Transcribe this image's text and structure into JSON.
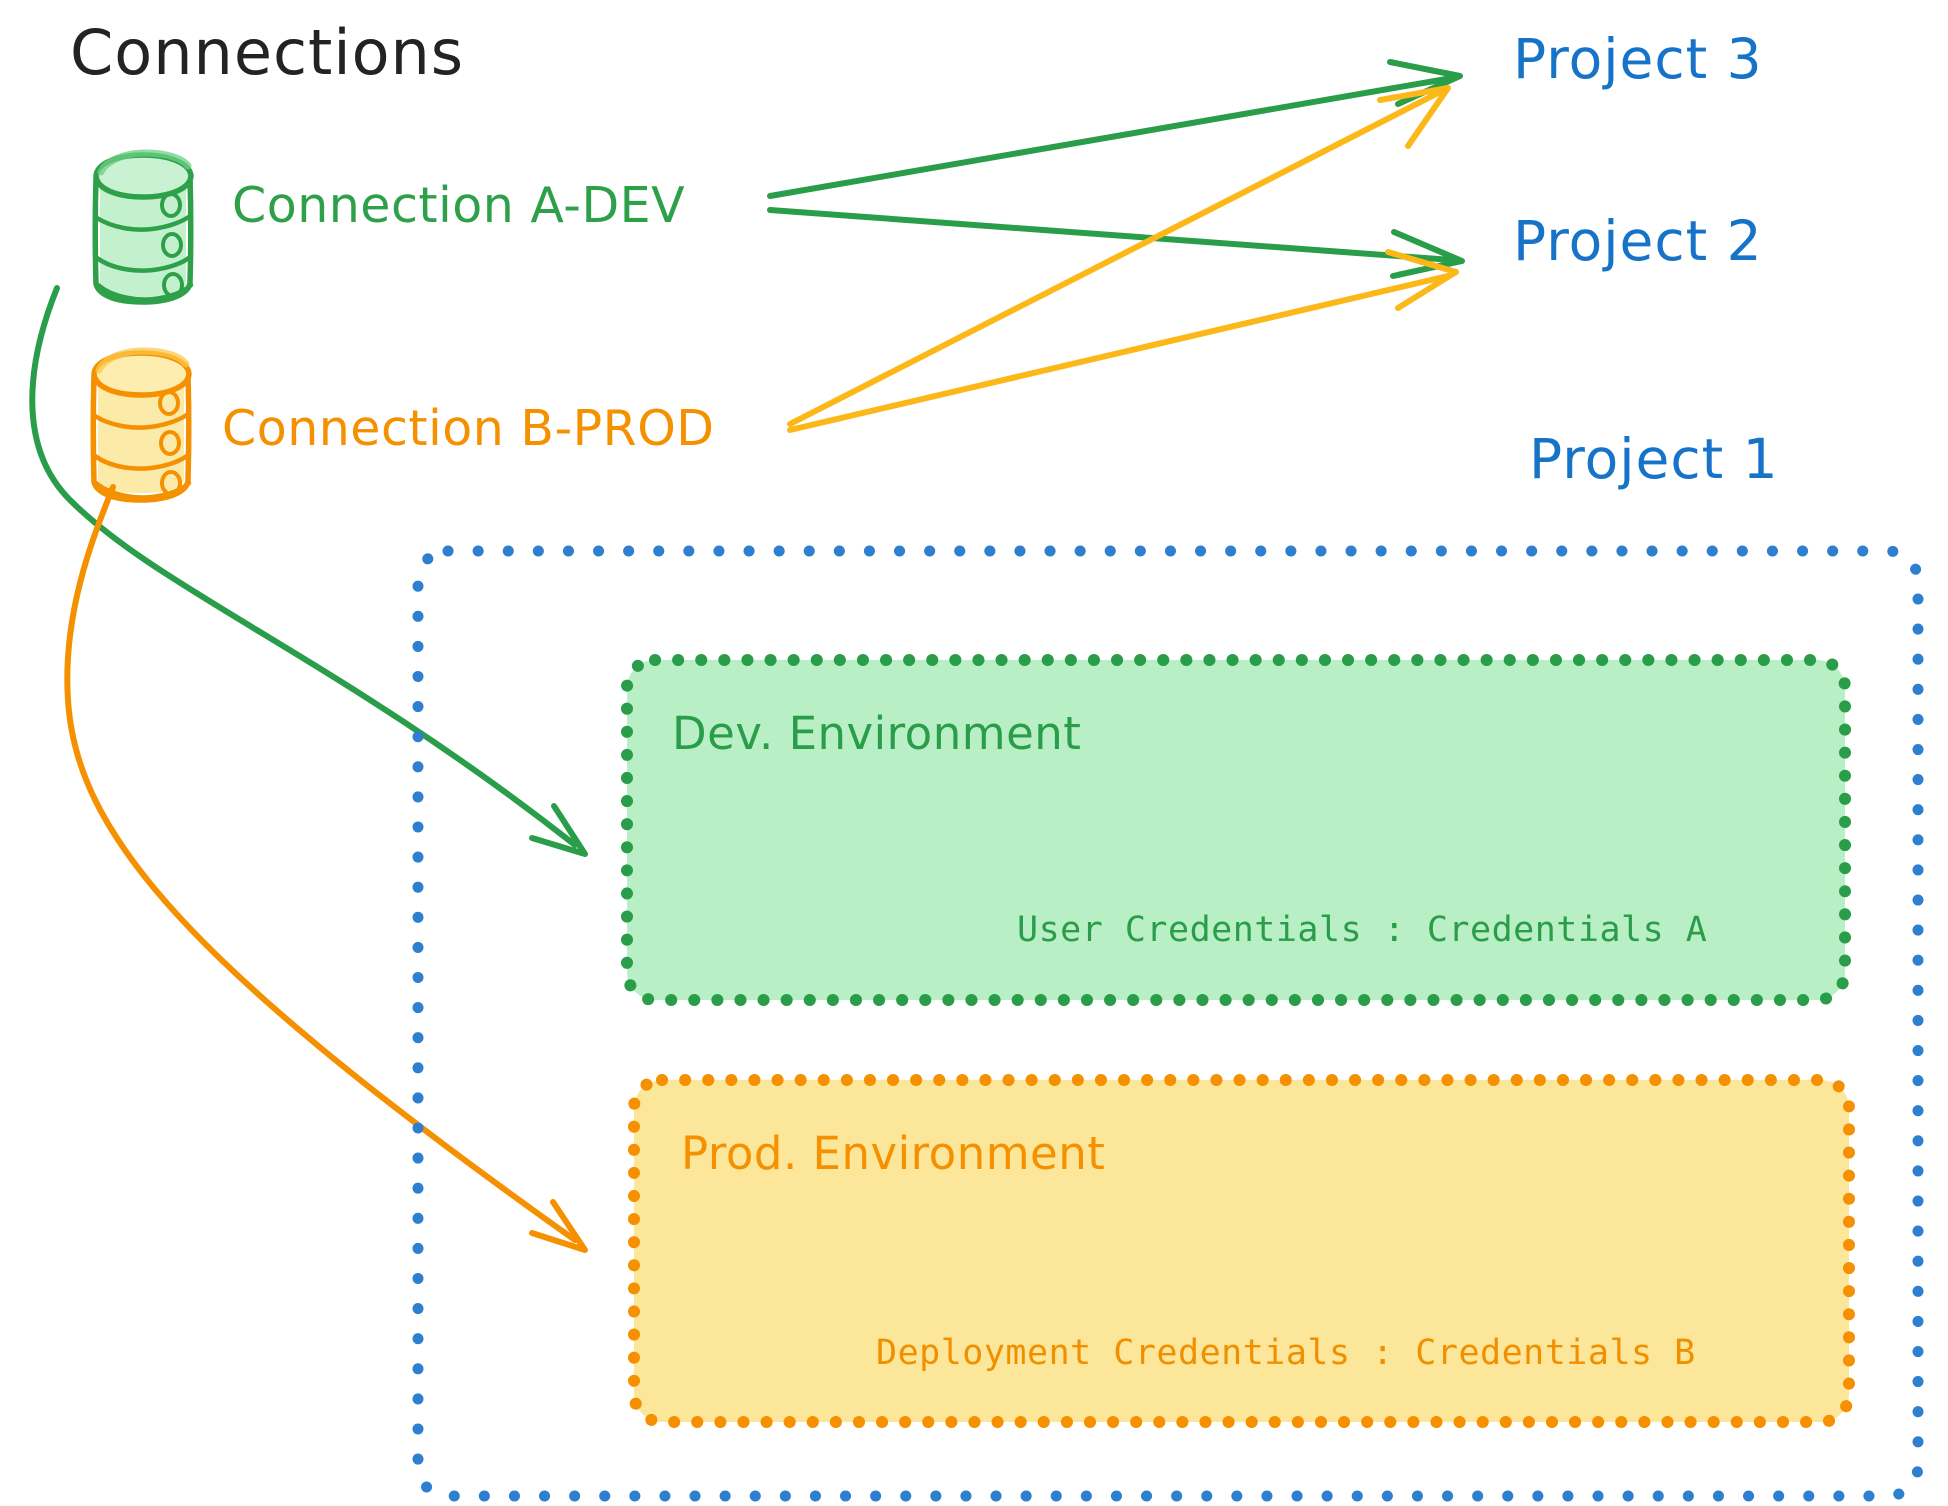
{
  "diagram": {
    "title": "Connections",
    "connections": [
      {
        "name": "Connection A-DEV",
        "color": "#2fa04a",
        "icon": "database-cylinder-icon"
      },
      {
        "name": "Connection B-PROD",
        "color": "#f59000",
        "icon": "database-cylinder-icon"
      }
    ],
    "projects": [
      {
        "label": "Project 3"
      },
      {
        "label": "Project 2"
      },
      {
        "label": "Project 1"
      }
    ],
    "project_container": {
      "label": "Project 1",
      "border_color": "#2f7fd0",
      "environments": [
        {
          "title": "Dev. Environment",
          "credential_line": "User Credentials : Credentials A",
          "fill": "#b9efc4",
          "border_color": "#2a9d4a",
          "text_color": "#2a9d4a"
        },
        {
          "title": "Prod. Environment",
          "credential_line": "Deployment Credentials : Credentials B",
          "fill": "#fce69a",
          "border_color": "#f59000",
          "text_color": "#f09000"
        }
      ]
    },
    "colors": {
      "green_stroke": "#2a9d4a",
      "green_fill": "#b9efc4",
      "orange_stroke": "#f59000",
      "orange_fill": "#fce69a",
      "blue": "#1673c8",
      "blue_dotted": "#2f7fd0",
      "arrow_green": "#2a9d4a",
      "arrow_orange": "#fbb818",
      "title_black": "#232323"
    },
    "edges": [
      {
        "from": "Connection A-DEV",
        "to": "Project 3",
        "color": "#2a9d4a"
      },
      {
        "from": "Connection A-DEV",
        "to": "Project 2",
        "color": "#2a9d4a"
      },
      {
        "from": "Connection A-DEV",
        "to": "Dev. Environment",
        "color": "#2a9d4a"
      },
      {
        "from": "Connection B-PROD",
        "to": "Project 3",
        "color": "#fbb818"
      },
      {
        "from": "Connection B-PROD",
        "to": "Project 2",
        "color": "#fbb818"
      },
      {
        "from": "Connection B-PROD",
        "to": "Prod. Environment",
        "color": "#f59000"
      }
    ]
  }
}
